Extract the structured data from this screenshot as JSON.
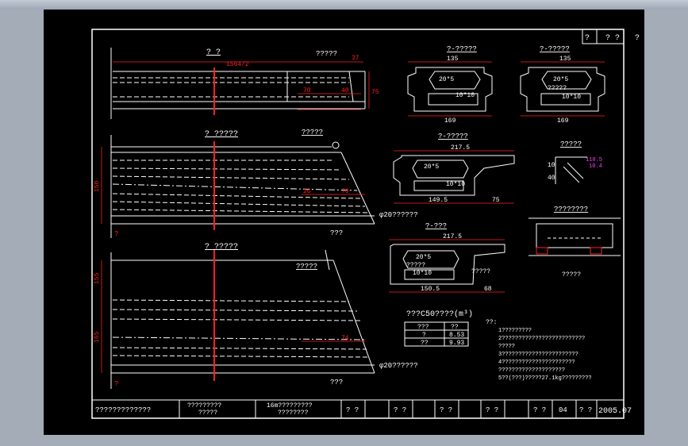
{
  "title_box": {
    "left": "?",
    "right": "? ?",
    "outside": "?"
  },
  "elevation": {
    "top_view_label": "? ?",
    "dim_half_length": "1564/2",
    "callout_top": "?????",
    "dim_37": "37",
    "dim_75": "75",
    "dim_70": "70",
    "dim_40": "40",
    "plan_label_1": "? ?????",
    "callout_mid": "?????",
    "dim_150": "150",
    "dim_26": "26",
    "dim_70b": "70",
    "hole_label_1": "φ20??????",
    "q_label_1": "???",
    "plan_label_2": "? ?????",
    "callout_low": "?????",
    "dim_155": "155",
    "dim_165": "165",
    "dim_74": "74",
    "hole_label_2": "φ20??????",
    "q_label_2": "???",
    "marker_q": "?"
  },
  "sections": {
    "s1_title": "?-?????",
    "s1_width": "135",
    "s1_bottom": "169",
    "s1_void_top": "20*5",
    "s1_void_bot": "10*10",
    "s2_title": "?-?????",
    "s2_width": "135",
    "s2_bottom": "169",
    "s2_void_top": "20*5",
    "s2_note": "?????",
    "s2_void_bot": "10*10",
    "s3_title": "?-?????",
    "s3_width": "217.5",
    "s3_void_top": "20*5",
    "s3_void_bot": "10*10",
    "s3_d1": "149.5",
    "s3_d2": "75",
    "s4_title": "?-???",
    "s4_width": "217.5",
    "s4_void_top": "20*5",
    "s4_note": "?????",
    "s4_void_bot": "10*10",
    "s4_right_note": "?????",
    "s4_d1": "150.5",
    "s4_d2": "68"
  },
  "detail": {
    "title": "?????",
    "d1": "40",
    "d2": "10",
    "magenta_1": "110.5",
    "magenta_2": "10.4",
    "support_title": "????????",
    "support_note": "?????"
  },
  "qty_table": {
    "title": "???C50????(m³)",
    "rows": [
      [
        "???",
        "??"
      ],
      [
        "?",
        "8.53"
      ],
      [
        "??",
        "9.93"
      ]
    ]
  },
  "notes": {
    "head": "??:",
    "lines": [
      "1?????????",
      "2?????????????????????????",
      "?????",
      "3???????????????????????",
      "4??????????????????????",
      "  ????????????????????",
      "5??(???)?????27.1kg?????????"
    ]
  },
  "titleblock": {
    "cells": [
      "?????????????",
      "?????????",
      "?????",
      "16m?????????",
      "????????",
      "? ?",
      "? ?",
      "? ?",
      "? ?",
      "? ?",
      "04",
      "? ?",
      "2005.07"
    ]
  },
  "colors": {
    "background": "#000000",
    "lines": "#ffffff",
    "dims": "#ff2020",
    "accent": "#ff40ff"
  }
}
